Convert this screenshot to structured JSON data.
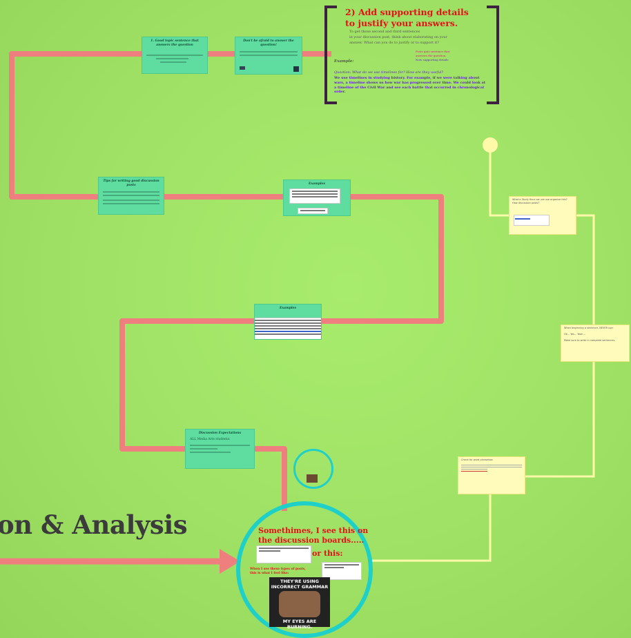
{
  "colors": {
    "background": "#a4e86a",
    "path": "#ef7f7f",
    "side_path": "#fff9a8",
    "frame": "#5fdca0",
    "circle": "#1fd0c8",
    "bracket": "#3d2240",
    "red_text": "#e6101a",
    "purple_text": "#5a1fc4"
  },
  "main_title": "on & Analysis",
  "bracket": {
    "heading": "2) Add supporting details to justify your answers.",
    "line1": "To get those second and third sentences",
    "line2": "in your discussion post, think about elaborating on your",
    "line3": "answer. What can you do to justify or to support it?",
    "label_example": "Example:",
    "side_note1": "Posts quiz sentence that",
    "side_note2": "answers the question",
    "side_note3": "Now supporting details",
    "question": "Question: What do we use timelines for? How are they useful?",
    "answer": "We use timelines in studying history. For example, if we were talking about wars, a timeline shows us how war has progressed over time. We could look at a timeline of the Civil War and see each battle that occurred in chronological order."
  },
  "frames": {
    "f1": {
      "title": "1. Good topic sentence that answers the question"
    },
    "f2": {
      "title": "Don't be afraid to answer the question!"
    },
    "f3": {
      "title": "Tips for writing good discussion posts"
    },
    "f4": {
      "title": "Examples"
    },
    "f5": {
      "title": "Examples"
    },
    "f6": {
      "title": "Discussion Expectations",
      "subtitle": "ALL Media Arts students:"
    }
  },
  "circle": {
    "line1": "Somethimes, I see this on",
    "line2": "the discussion boards.....",
    "or_this": "or this:",
    "caption": "When I see these types of posts, this is what I feel like:",
    "meme_top": "THEY'RE USING INCORRECT GRAMMAR",
    "meme_bottom": "MY EYES ARE BURNING."
  },
  "yellow_notes": {
    "n1": "What a Study Hour can we use organize this? How discussion posts?",
    "n2": "When beginning a sentence, NEVER use:",
    "n2b": "Ok... Yes... Yeah...",
    "n2c": "Make sure to write in complete sentences.",
    "n3": "Check for word phrasebox"
  }
}
